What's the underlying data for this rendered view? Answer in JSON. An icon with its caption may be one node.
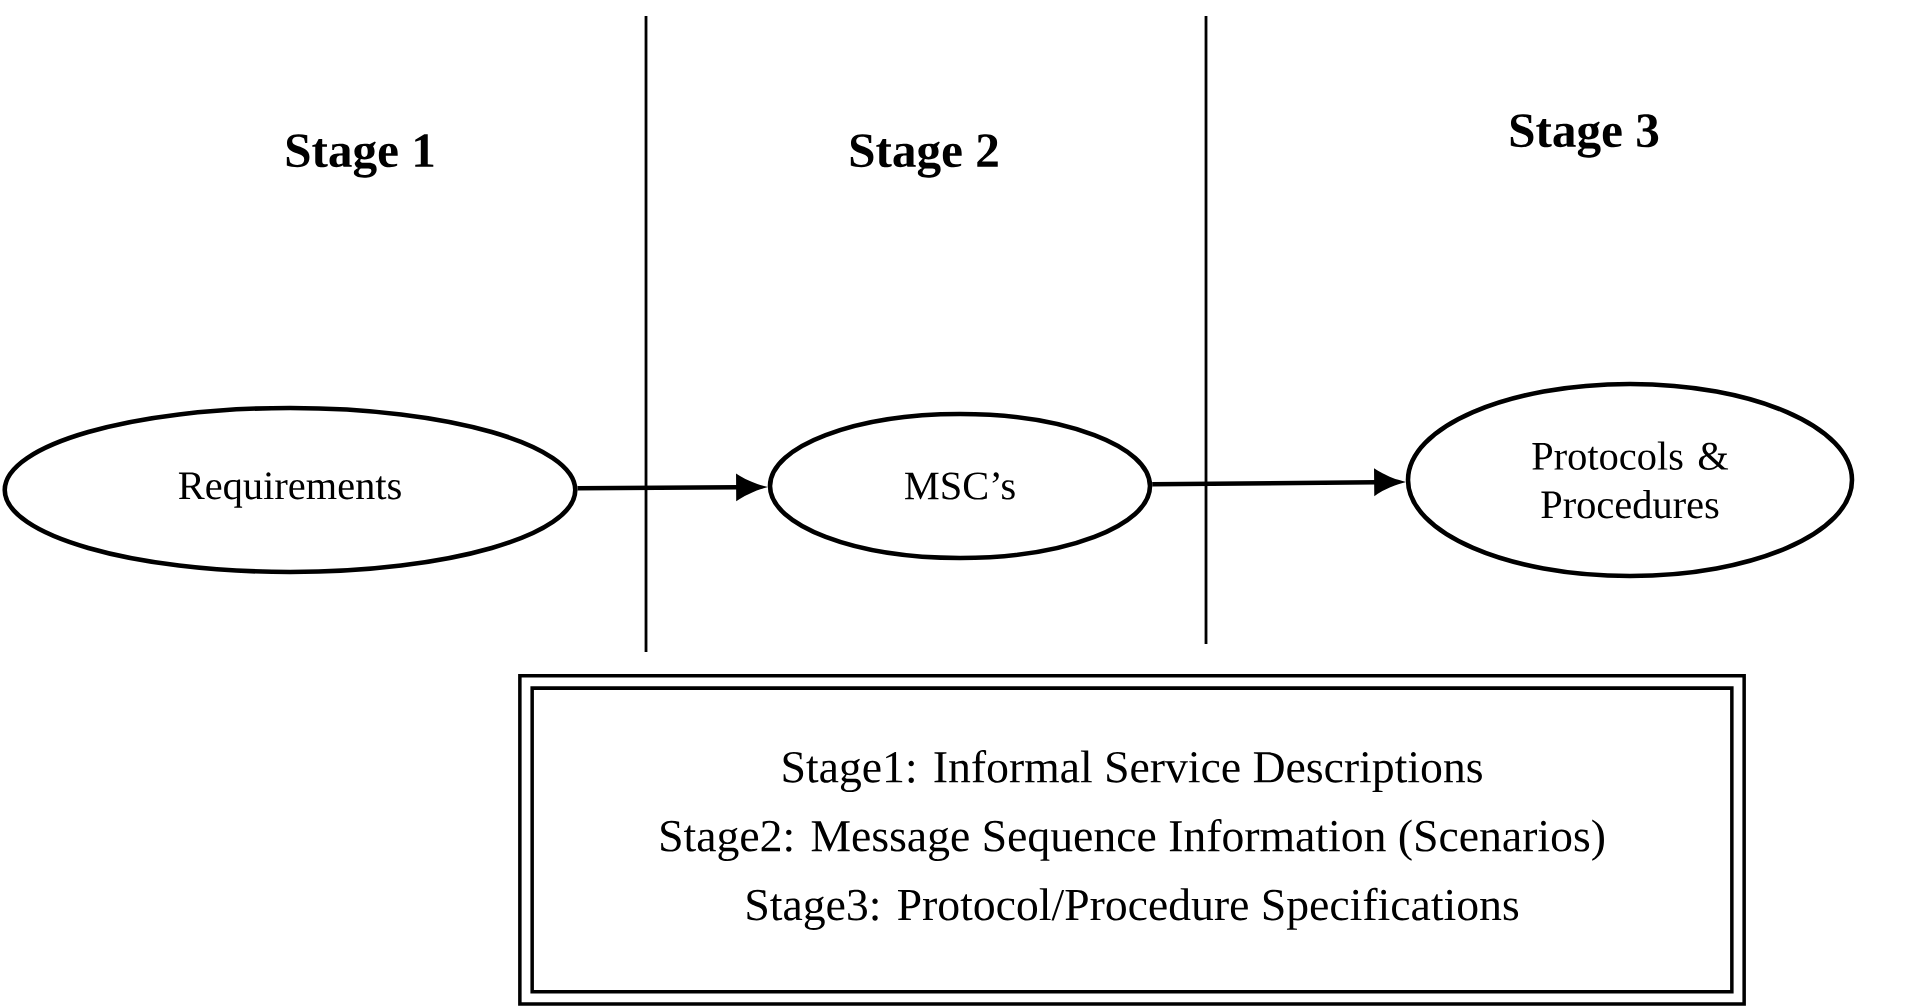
{
  "diagram": {
    "nodes": [
      {
        "text": [
          "Requirements"
        ]
      },
      {
        "text": [
          "MSC’s"
        ]
      },
      {
        "text": [
          "Protocols & Procedures"
        ]
      },
      {
        "text": [
          "Stage1: Informal Service Descriptions",
          "Stage2: Message Sequence Information (Scenarios)",
          "Stage3: Protocol/Procedure Specifications"
        ]
      }
    ],
    "edges": [
      {
        "from": 0,
        "to": 1,
        "arrow": "to"
      },
      {
        "from": 1,
        "to": 2,
        "arrow": "to"
      }
    ],
    "labels": [
      "Stage 1",
      "Stage 2",
      "Stage 3"
    ]
  }
}
